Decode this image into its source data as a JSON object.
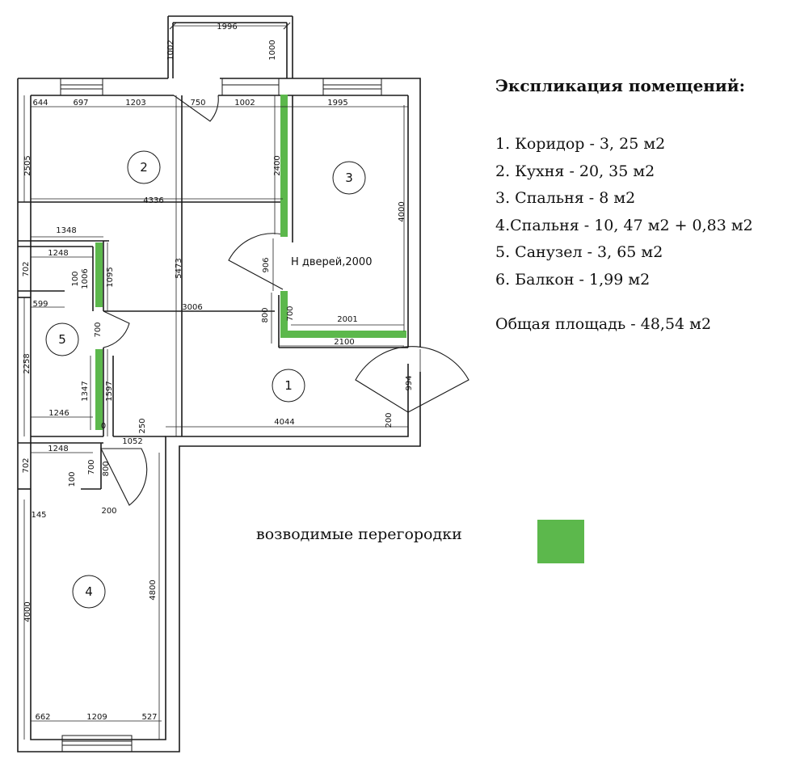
{
  "legend": {
    "title": "Экспликация помещений:",
    "items": [
      "1. Коридор - 3, 25 м2",
      "2. Кухня - 20, 35  м2",
      "3. Спальня  - 8 м2",
      "4.Спальня - 10, 47  м2 + 0,83 м2",
      "5. Санузел - 3, 65 м2",
      "6. Балкон - 1,99 м2"
    ],
    "total": "Общая площадь - 48,54 м2"
  },
  "key": {
    "label": "возводимые перегородки",
    "color": "#5cb84c"
  },
  "plan": {
    "door_note": "Н дверей,2000",
    "rooms": [
      "1",
      "2",
      "3",
      "4",
      "5"
    ],
    "dimensions": [
      "1996",
      "1002",
      "1000",
      "644",
      "697",
      "1203",
      "750",
      "1002",
      "1995",
      "2505",
      "2400",
      "4336",
      "4000",
      "1348",
      "1248",
      "702",
      "1006",
      "100",
      "1095",
      "5473",
      "906",
      "599",
      "3006",
      "800",
      "700",
      "2001",
      "700",
      "2100",
      "2258",
      "1347",
      "1597",
      "994",
      "1246",
      "0",
      "250",
      "4044",
      "200",
      "1052",
      "1248",
      "702",
      "700",
      "800",
      "100",
      "145",
      "200",
      "4000",
      "4800",
      "662",
      "1209",
      "527"
    ]
  }
}
